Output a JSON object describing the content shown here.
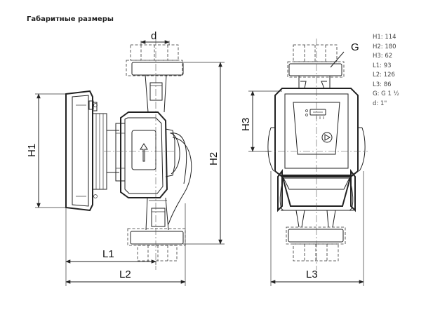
{
  "title": "Габаритные размеры",
  "labels": {
    "d": "d",
    "G": "G",
    "H1": "H1",
    "H2": "H2",
    "H3": "H3",
    "L1": "L1",
    "L2": "L2",
    "L3": "L3"
  },
  "specs": [
    "H1: 114",
    "H2: 180",
    "H3: 62",
    "L1: 93",
    "L2: 126",
    "L3: 86",
    "G: G 1 ½",
    "d: 1\""
  ]
}
